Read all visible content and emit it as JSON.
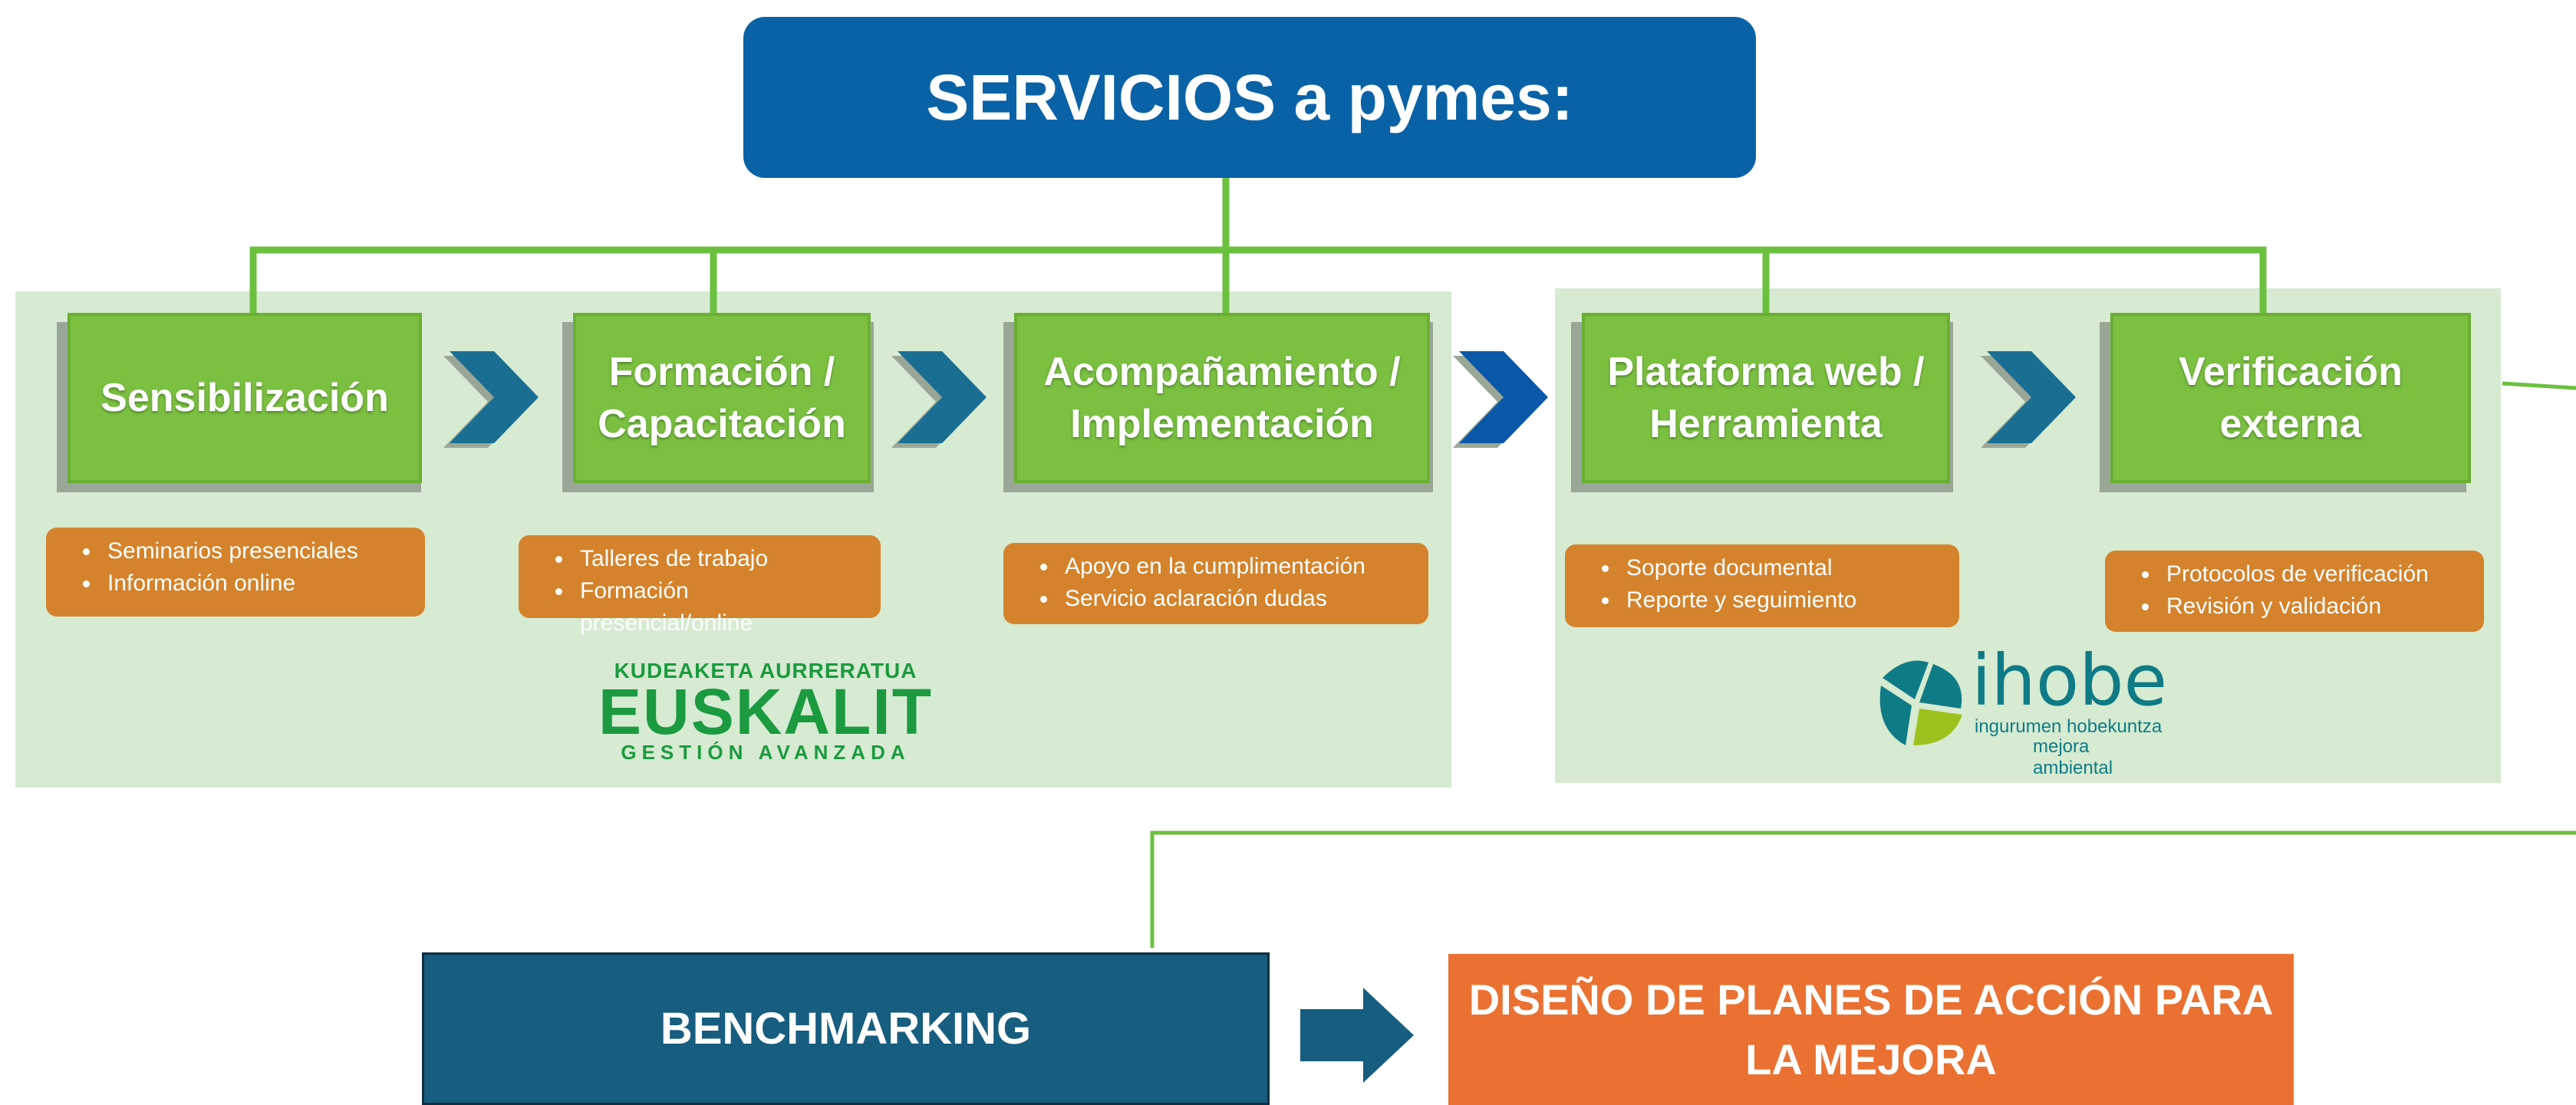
{
  "title": "SERVICIOS a pymes:",
  "colors": {
    "title_bg": "#0a62a6",
    "step_green": "#7cc042",
    "connector_green": "#6cc040",
    "panel_bg": "#d6ebd2",
    "bullet_orange": "#d4832c",
    "benchmarking_bg": "#175d7f",
    "plan_bg": "#ea7131",
    "chevron_teal": "#1a6e92",
    "chevron_blue": "#0b58a8"
  },
  "steps": [
    {
      "label": "Sensibilización"
    },
    {
      "label": "Formación /\nCapacitación"
    },
    {
      "label": "Acompañamiento /\nImplementación"
    },
    {
      "label": "Plataforma web /\nHerramienta"
    },
    {
      "label": "Verificación\nexterna"
    }
  ],
  "step_details": [
    [
      "Seminarios presenciales",
      "Información online"
    ],
    [
      "Talleres de trabajo",
      "Formación presencial/online"
    ],
    [
      "Apoyo en la cumplimentación",
      "Servicio aclaración dudas"
    ],
    [
      "Soporte documental",
      "Reporte y seguimiento"
    ],
    [
      "Protocolos de verificación",
      "Revisión y validación"
    ]
  ],
  "logos": {
    "euskalit": {
      "top": "KUDEAKETA AURRERATUA",
      "main": "EUSKALIT",
      "bottom": "GESTIÓN AVANZADA"
    },
    "ihobe": {
      "word": "ihobe",
      "line1": "ingurumen hobekuntza",
      "line2": "mejora ambiental"
    }
  },
  "bottom": {
    "benchmarking": "BENCHMARKING",
    "plan": "DISEÑO DE PLANES DE ACCIÓN PARA\nLA MEJORA"
  }
}
